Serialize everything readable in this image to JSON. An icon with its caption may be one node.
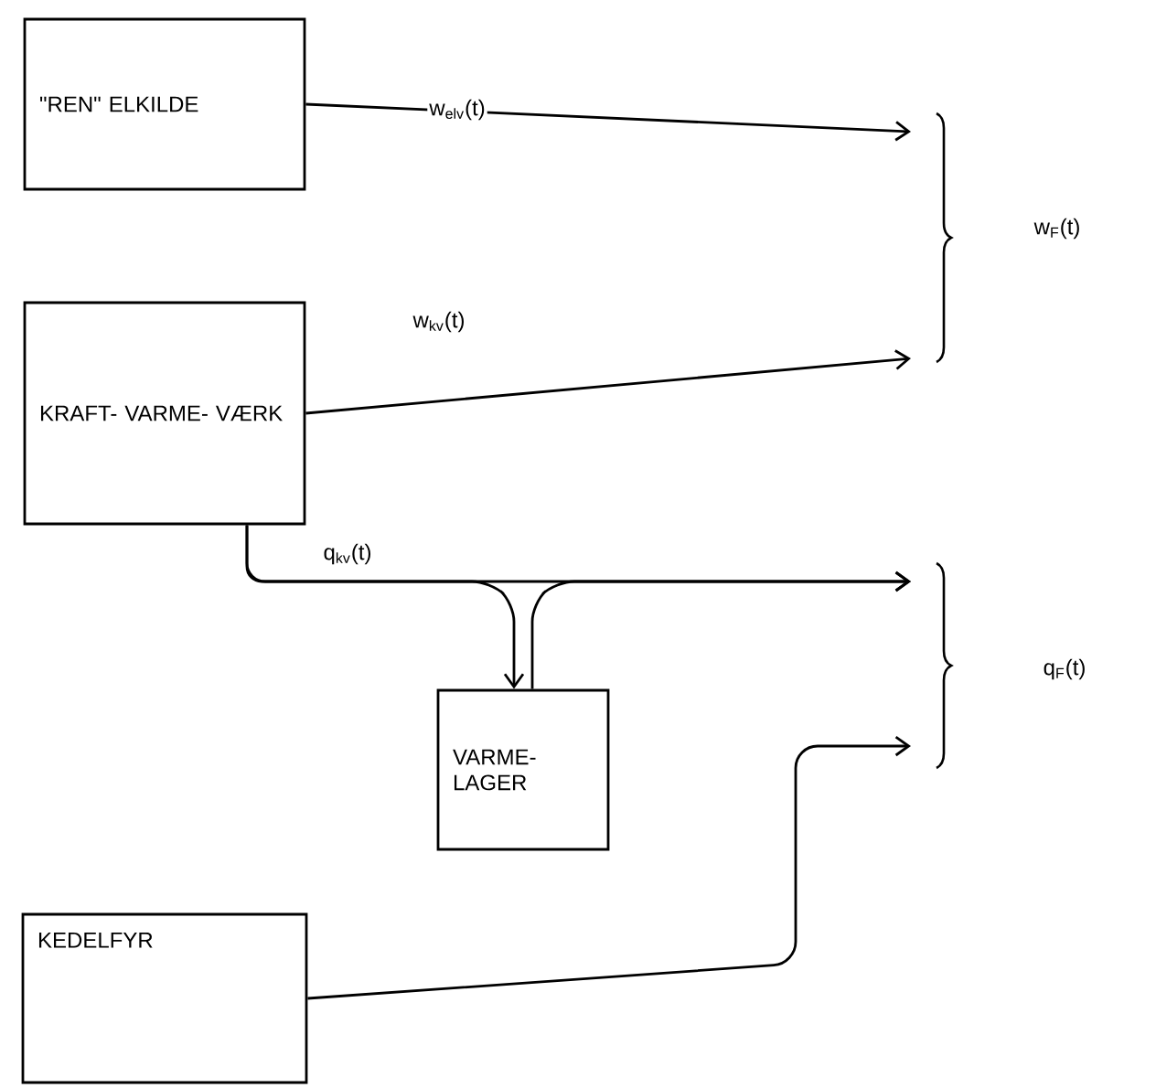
{
  "diagram": {
    "nodes": [
      {
        "text": [
          "\"REN\" ELKILDE"
        ]
      },
      {
        "text": [
          "KRAFT- VARME- VÆRK"
        ]
      },
      {
        "text": [
          "VARME- LAGER"
        ]
      },
      {
        "text": [
          "KEDELFYR"
        ]
      }
    ],
    "edges": [
      {
        "from": 0,
        "to": null,
        "arrow": "to",
        "label": "w$_{elv}$(t)"
      },
      {
        "from": 1,
        "to": null,
        "arrow": "to",
        "label": "w$_{kv}$(t)"
      },
      {
        "from": 1,
        "to": null,
        "arrow": "to",
        "label": "q$_{kv}$(t)"
      },
      {
        "from": 1,
        "to": 2,
        "arrow": "to"
      },
      {
        "from": 2,
        "to": null,
        "arrow": "to"
      },
      {
        "from": 3,
        "to": null,
        "arrow": "to"
      }
    ],
    "labels": [
      "w$_{F}$(t)",
      "q$_{F}$(t)"
    ]
  }
}
